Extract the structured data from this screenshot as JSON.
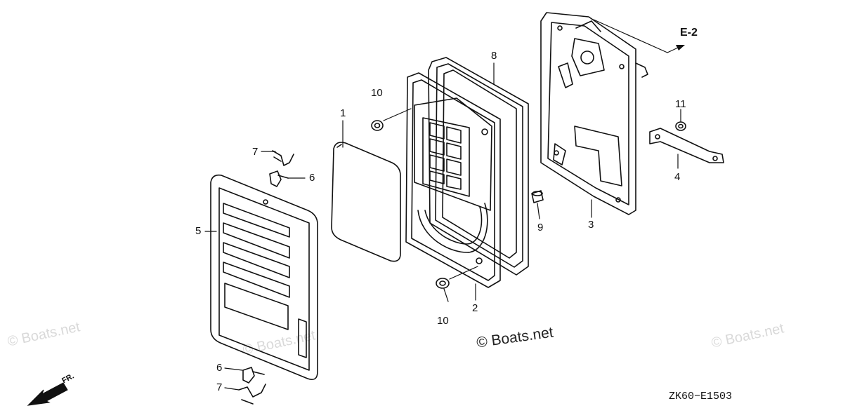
{
  "callouts": {
    "c1": "1",
    "c2": "2",
    "c3": "3",
    "c4": "4",
    "c5": "5",
    "c6a": "6",
    "c6b": "6",
    "c7a": "7",
    "c7b": "7",
    "c8": "8",
    "c9": "9",
    "c10a": "10",
    "c10b": "10",
    "c11": "11"
  },
  "reference_label": "E-2",
  "direction_label": "FR.",
  "diagram_code": "ZK60−E1503",
  "watermark": {
    "main": "© Boats.net",
    "faint": "© Boats.net"
  }
}
